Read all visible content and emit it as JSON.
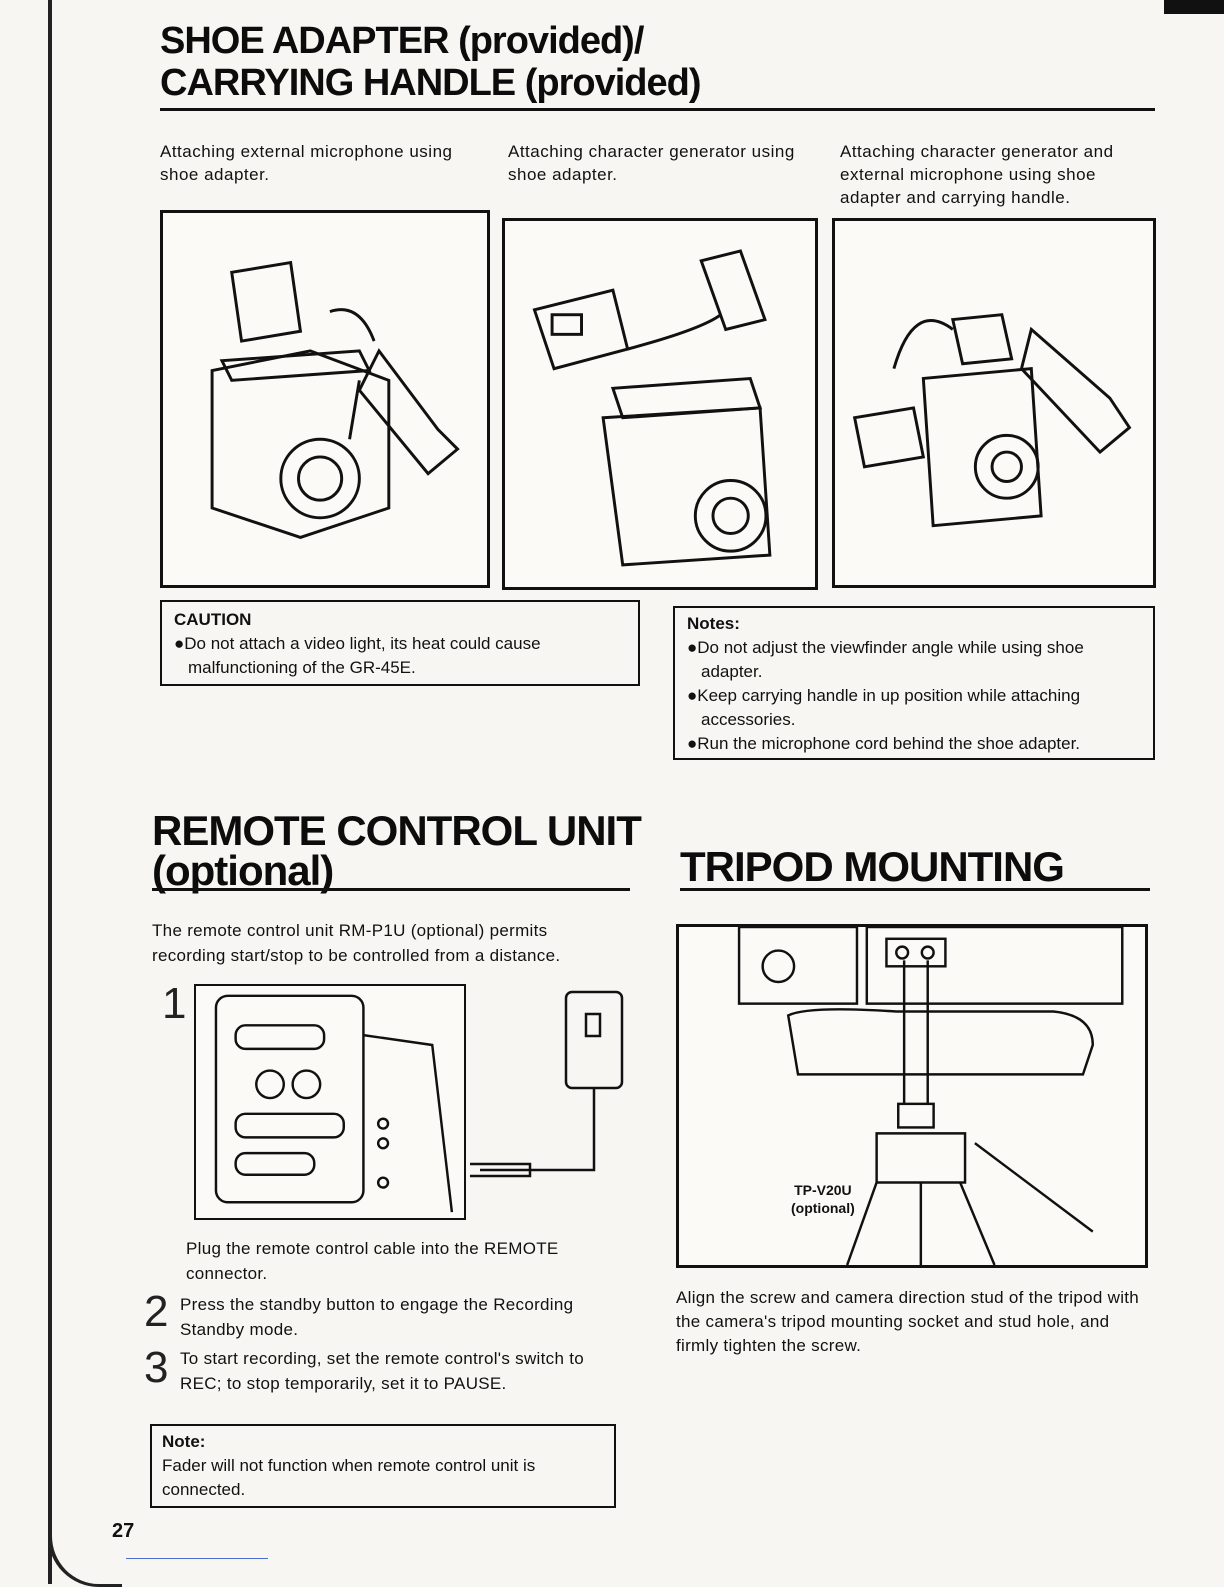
{
  "shoe_section": {
    "title_line1": "SHOE ADAPTER (provided)/",
    "title_line2": "CARRYING HANDLE (provided)",
    "captions": [
      "Attaching external microphone using shoe adapter.",
      "Attaching character generator using shoe adapter.",
      "Attaching character generator and external microphone using shoe adapter and carrying handle."
    ],
    "caution": {
      "title": "CAUTION",
      "text": "●Do not attach a video light, its heat could cause malfunctioning of the GR-45E."
    },
    "notes": {
      "title": "Notes:",
      "items": [
        "●Do not adjust the viewfinder angle while using shoe adapter.",
        "●Keep carrying handle in up position while attaching accessories.",
        "●Run the microphone cord behind the shoe adapter."
      ]
    }
  },
  "remote_section": {
    "title_line1": "REMOTE CONTROL UNIT",
    "title_line2": "(optional)",
    "intro": "The remote control unit RM-P1U (optional) permits recording start/stop to be controlled from a distance.",
    "steps": [
      {
        "num": "1",
        "text": "Plug the remote control cable into the REMOTE connector."
      },
      {
        "num": "2",
        "text": "Press the standby button to engage the Recording Standby mode."
      },
      {
        "num": "3",
        "text": "To start recording, set the remote control's switch to REC; to stop temporarily, set it to PAUSE."
      }
    ],
    "note": {
      "title": "Note:",
      "text": "Fader will not function when remote control unit is connected."
    }
  },
  "tripod_section": {
    "title": "TRIPOD MOUNTING",
    "label_line1": "TP-V20U",
    "label_line2": "(optional)",
    "text": "Align the screw and camera direction stud of the tripod with the camera's tripod mounting socket and stud hole, and firmly tighten the screw."
  },
  "page_number": "27"
}
